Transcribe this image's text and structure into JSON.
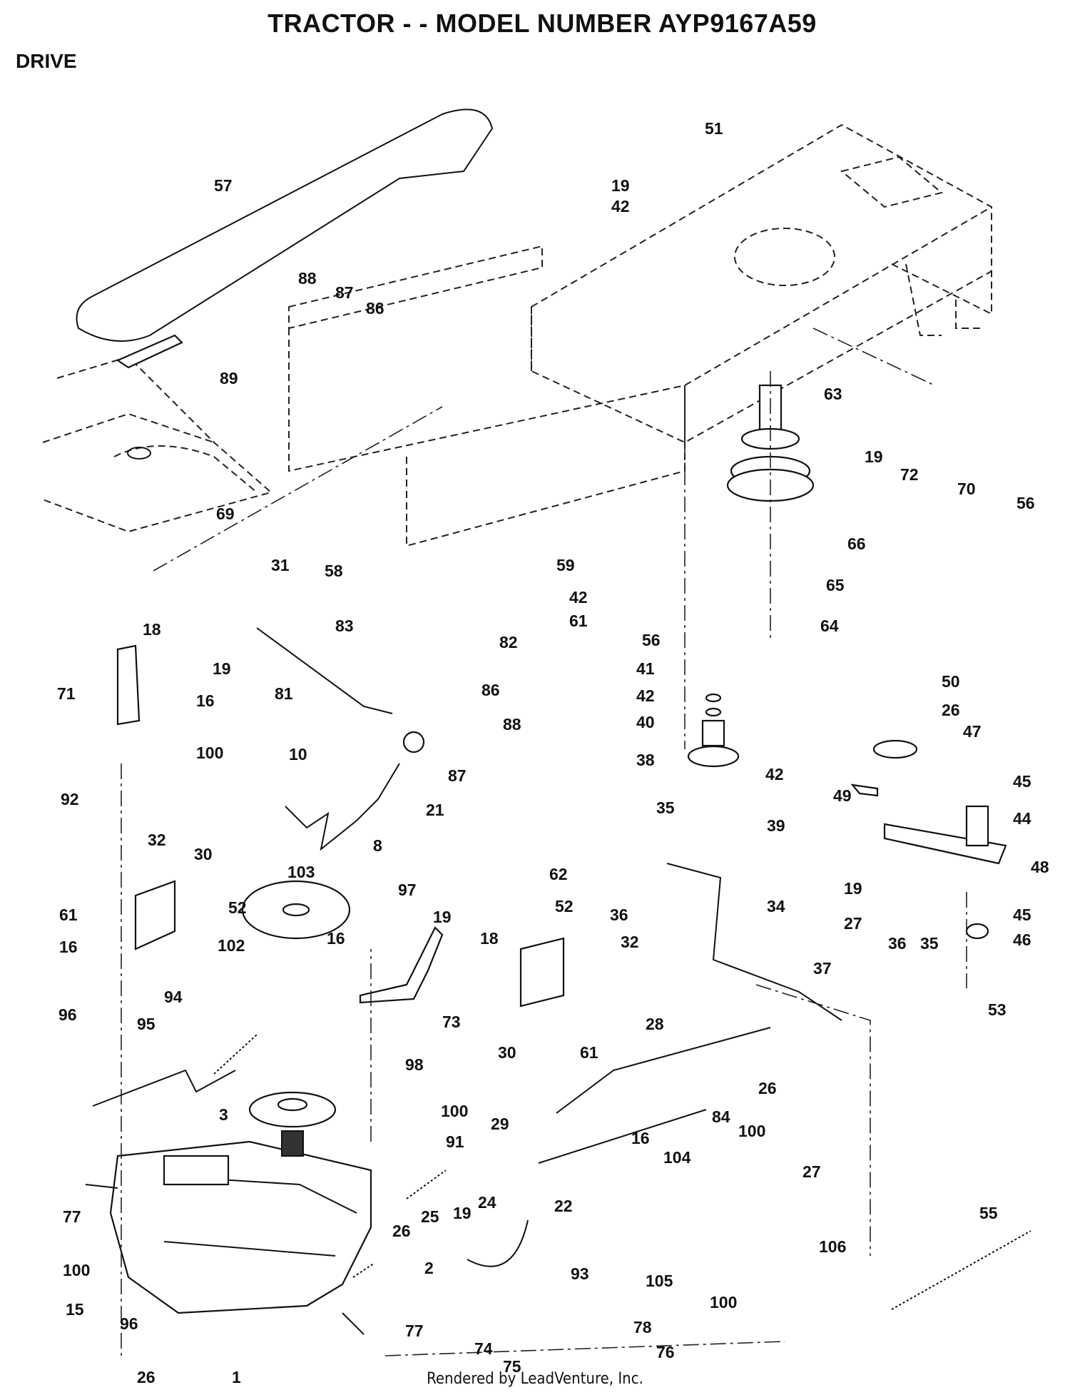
{
  "header": {
    "title": "TRACTOR - - MODEL NUMBER AYP9167A59",
    "section": "DRIVE"
  },
  "footer": {
    "credit": "Rendered by LeadVenture, Inc."
  },
  "callouts": [
    {
      "id": "c-57",
      "label": "57"
    },
    {
      "id": "c-88a",
      "label": "88"
    },
    {
      "id": "c-87a",
      "label": "87"
    },
    {
      "id": "c-86a",
      "label": "86"
    },
    {
      "id": "c-89",
      "label": "89"
    },
    {
      "id": "c-69",
      "label": "69"
    },
    {
      "id": "c-31",
      "label": "31"
    },
    {
      "id": "c-58",
      "label": "58"
    },
    {
      "id": "c-19a",
      "label": "19"
    },
    {
      "id": "c-42a",
      "label": "42"
    },
    {
      "id": "c-51",
      "label": "51"
    },
    {
      "id": "c-63",
      "label": "63"
    },
    {
      "id": "c-19b",
      "label": "19"
    },
    {
      "id": "c-72",
      "label": "72"
    },
    {
      "id": "c-70",
      "label": "70"
    },
    {
      "id": "c-56a",
      "label": "56"
    },
    {
      "id": "c-66",
      "label": "66"
    },
    {
      "id": "c-59",
      "label": "59"
    },
    {
      "id": "c-42b",
      "label": "42"
    },
    {
      "id": "c-61a",
      "label": "61"
    },
    {
      "id": "c-56b",
      "label": "56"
    },
    {
      "id": "c-65",
      "label": "65"
    },
    {
      "id": "c-64",
      "label": "64"
    },
    {
      "id": "c-18a",
      "label": "18"
    },
    {
      "id": "c-19c",
      "label": "19"
    },
    {
      "id": "c-71",
      "label": "71"
    },
    {
      "id": "c-16a",
      "label": "16"
    },
    {
      "id": "c-100a",
      "label": "100"
    },
    {
      "id": "c-92",
      "label": "92"
    },
    {
      "id": "c-83",
      "label": "83"
    },
    {
      "id": "c-82",
      "label": "82"
    },
    {
      "id": "c-81",
      "label": "81"
    },
    {
      "id": "c-86b",
      "label": "86"
    },
    {
      "id": "c-88b",
      "label": "88"
    },
    {
      "id": "c-87b",
      "label": "87"
    },
    {
      "id": "c-10",
      "label": "10"
    },
    {
      "id": "c-21",
      "label": "21"
    },
    {
      "id": "c-8",
      "label": "8"
    },
    {
      "id": "c-41",
      "label": "41"
    },
    {
      "id": "c-42c",
      "label": "42"
    },
    {
      "id": "c-40",
      "label": "40"
    },
    {
      "id": "c-38",
      "label": "38"
    },
    {
      "id": "c-42d",
      "label": "42"
    },
    {
      "id": "c-39",
      "label": "39"
    },
    {
      "id": "c-50",
      "label": "50"
    },
    {
      "id": "c-26a",
      "label": "26"
    },
    {
      "id": "c-47",
      "label": "47"
    },
    {
      "id": "c-49",
      "label": "49"
    },
    {
      "id": "c-45a",
      "label": "45"
    },
    {
      "id": "c-44",
      "label": "44"
    },
    {
      "id": "c-48",
      "label": "48"
    },
    {
      "id": "c-19d",
      "label": "19"
    },
    {
      "id": "c-27a",
      "label": "27"
    },
    {
      "id": "c-45b",
      "label": "45"
    },
    {
      "id": "c-46",
      "label": "46"
    },
    {
      "id": "c-32a",
      "label": "32"
    },
    {
      "id": "c-30a",
      "label": "30"
    },
    {
      "id": "c-61b",
      "label": "61"
    },
    {
      "id": "c-52a",
      "label": "52"
    },
    {
      "id": "c-16b",
      "label": "16"
    },
    {
      "id": "c-103",
      "label": "103"
    },
    {
      "id": "c-102",
      "label": "102"
    },
    {
      "id": "c-97",
      "label": "97"
    },
    {
      "id": "c-19e",
      "label": "19"
    },
    {
      "id": "c-16c",
      "label": "16"
    },
    {
      "id": "c-18b",
      "label": "18"
    },
    {
      "id": "c-35a",
      "label": "35"
    },
    {
      "id": "c-62",
      "label": "62"
    },
    {
      "id": "c-36a",
      "label": "36"
    },
    {
      "id": "c-34",
      "label": "34"
    },
    {
      "id": "c-52b",
      "label": "52"
    },
    {
      "id": "c-32b",
      "label": "32"
    },
    {
      "id": "c-37",
      "label": "37"
    },
    {
      "id": "c-36b",
      "label": "36"
    },
    {
      "id": "c-35b",
      "label": "35"
    },
    {
      "id": "c-94",
      "label": "94"
    },
    {
      "id": "c-73",
      "label": "73"
    },
    {
      "id": "c-30b",
      "label": "30"
    },
    {
      "id": "c-61c",
      "label": "61"
    },
    {
      "id": "c-96a",
      "label": "96"
    },
    {
      "id": "c-95",
      "label": "95"
    },
    {
      "id": "c-98",
      "label": "98"
    },
    {
      "id": "c-28",
      "label": "28"
    },
    {
      "id": "c-53",
      "label": "53"
    },
    {
      "id": "c-26b",
      "label": "26"
    },
    {
      "id": "c-3",
      "label": "3"
    },
    {
      "id": "c-100b",
      "label": "100"
    },
    {
      "id": "c-29",
      "label": "29"
    },
    {
      "id": "c-91",
      "label": "91"
    },
    {
      "id": "c-27b",
      "label": "27"
    },
    {
      "id": "c-84",
      "label": "84"
    },
    {
      "id": "c-100c",
      "label": "100"
    },
    {
      "id": "c-16d",
      "label": "16"
    },
    {
      "id": "c-104",
      "label": "104"
    },
    {
      "id": "c-77a",
      "label": "77"
    },
    {
      "id": "c-22",
      "label": "22"
    },
    {
      "id": "c-19f",
      "label": "19"
    },
    {
      "id": "c-24",
      "label": "24"
    },
    {
      "id": "c-26c",
      "label": "26"
    },
    {
      "id": "c-25",
      "label": "25"
    },
    {
      "id": "c-55",
      "label": "55"
    },
    {
      "id": "c-106",
      "label": "106"
    },
    {
      "id": "c-100d",
      "label": "100"
    },
    {
      "id": "c-2",
      "label": "2"
    },
    {
      "id": "c-93",
      "label": "93"
    },
    {
      "id": "c-105",
      "label": "105"
    },
    {
      "id": "c-100e",
      "label": "100"
    },
    {
      "id": "c-15",
      "label": "15"
    },
    {
      "id": "c-96b",
      "label": "96"
    },
    {
      "id": "c-77b",
      "label": "77"
    },
    {
      "id": "c-78",
      "label": "78"
    },
    {
      "id": "c-74",
      "label": "74"
    },
    {
      "id": "c-76",
      "label": "76"
    },
    {
      "id": "c-75",
      "label": "75"
    },
    {
      "id": "c-26d",
      "label": "26"
    },
    {
      "id": "c-1",
      "label": "1"
    }
  ]
}
